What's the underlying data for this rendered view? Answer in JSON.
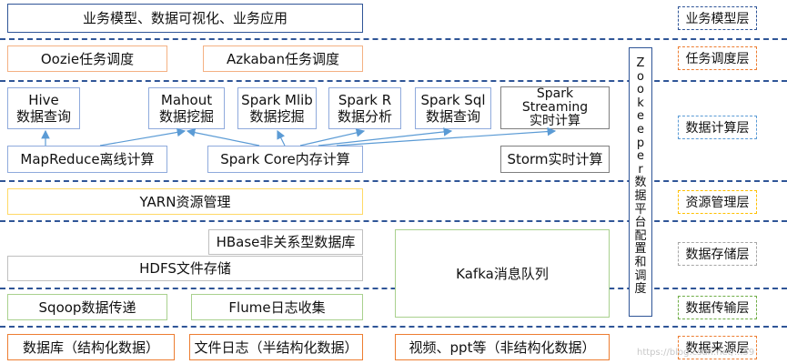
{
  "boxes": {
    "business": "业务模型、数据可视化、业务应用",
    "oozie": "Oozie任务调度",
    "azkaban": "Azkaban任务调度",
    "hive": "Hive\n数据查询",
    "mahout": "Mahout\n数据挖掘",
    "spark_mlib": "Spark Mlib\n数据挖掘",
    "spark_r": "Spark R\n数据分析",
    "spark_sql": "Spark Sql\n数据查询",
    "spark_streaming": "Spark\nStreaming\n实时计算",
    "mapreduce": "MapReduce离线计算",
    "spark_core": "Spark Core内存计算",
    "storm": "Storm实时计算",
    "yarn": "YARN资源管理",
    "hbase": "HBase非关系型数据库",
    "hdfs": "HDFS文件存储",
    "kafka": "Kafka消息队列",
    "sqoop": "Sqoop数据传递",
    "flume": "Flume日志收集",
    "database": "数据库（结构化数据）",
    "file_log": "文件日志（半结构化数据）",
    "video": "视频、ppt等（非结构化数据）"
  },
  "zookeeper": [
    "Z",
    "o",
    "o",
    "k",
    "e",
    "e",
    "p",
    "e",
    "r",
    "数",
    "据",
    "平",
    "台",
    "配",
    "置",
    "和",
    "调",
    "度"
  ],
  "layers": {
    "business_model": "业务模型层",
    "task_scheduling": "任务调度层",
    "data_compute": "数据计算层",
    "resource_mgmt": "资源管理层",
    "data_storage": "数据存储层",
    "data_transfer": "数据传输层",
    "data_source": "数据来源层"
  },
  "watermark": "https://blog.csdn.net/...59"
}
